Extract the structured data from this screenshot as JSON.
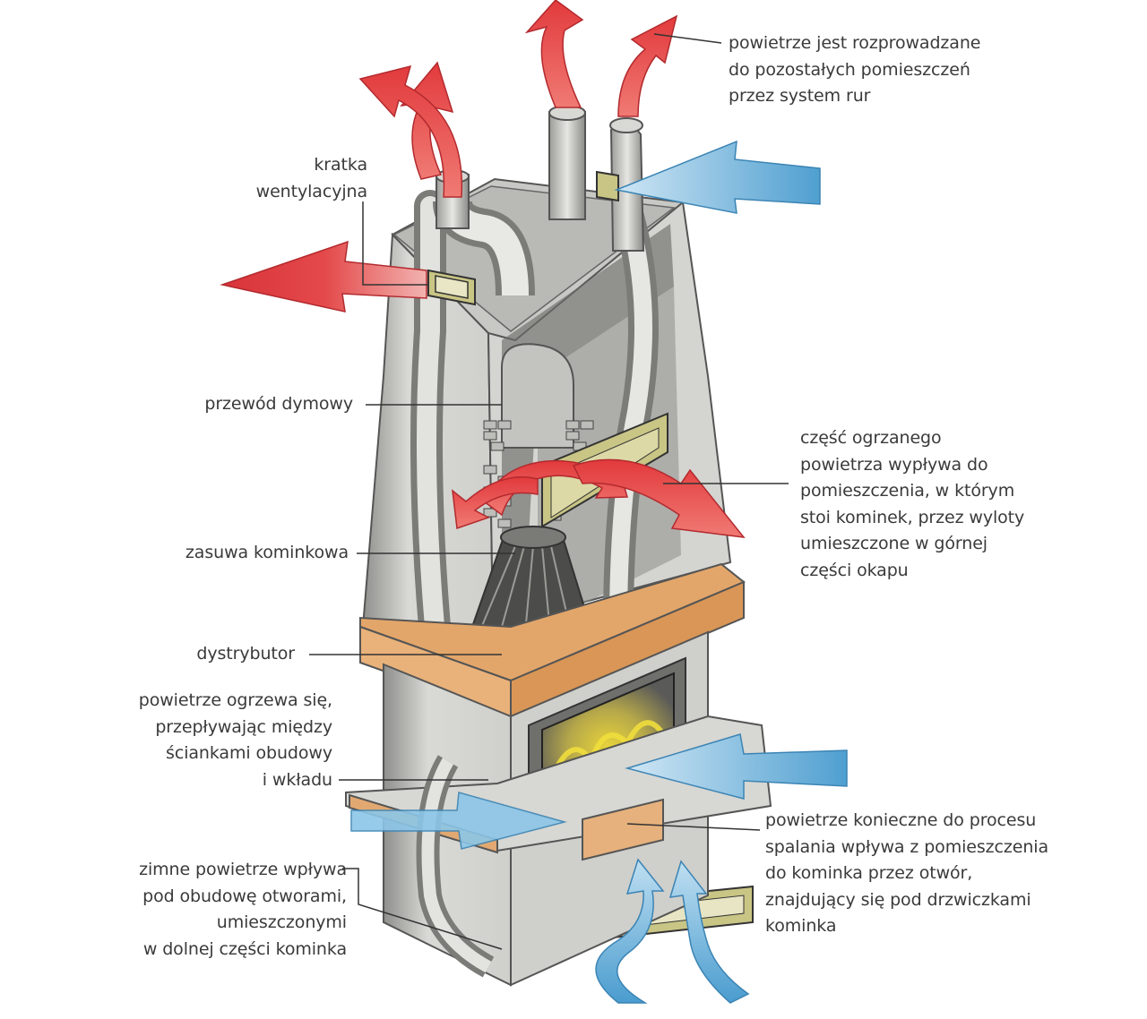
{
  "labels": {
    "top_right": [
      "powietrze jest rozprowadzane",
      "do pozostałych pomieszczeń",
      "przez system rur"
    ],
    "vent_grille": [
      "kratka",
      "wentylacyjna"
    ],
    "flue": "przewód dymowy",
    "warm_outlet": [
      "część ogrzanego",
      "powietrza wypływa do",
      "pomieszczenia, w którym",
      "stoi kominek, przez wyloty",
      "umieszczone w górnej",
      "części okapu"
    ],
    "damper": "zasuwa kominkowa",
    "distributor": "dystrybutor",
    "air_heats": [
      "powietrze ogrzewa się,",
      "przepływając między",
      "ściankami obudowy",
      "i wkładu"
    ],
    "combustion_air": [
      "powietrze konieczne do procesu",
      "spalania wpływa z pomieszczenia",
      "do kominka przez otwór,",
      "znajdujący się pod drzwiczkami",
      "kominka"
    ],
    "cold_air": [
      "zimne powietrze wpływa",
      "pod obudowę otworami,",
      "umieszczonymi",
      "w dolnej części kominka"
    ]
  },
  "colors": {
    "hot_air": "#d8343a",
    "cold_air": "#5aaad6",
    "housing": "#dcdcd8",
    "shelf": "#e3a66a",
    "grille": "#c9c585",
    "leader": "#333333"
  }
}
